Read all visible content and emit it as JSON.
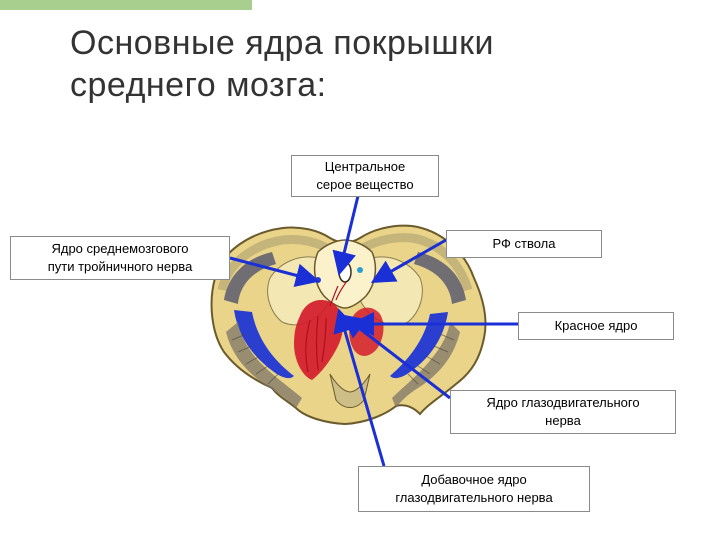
{
  "slide": {
    "title_line1": "Основные ядра покрышки",
    "title_line2": "среднего мозга:"
  },
  "labels": {
    "central_gray": {
      "line1": "Центральное",
      "line2": "серое вещество"
    },
    "trigeminal": {
      "line1": "Ядро среднемозгового",
      "line2": "пути тройничного нерва"
    },
    "rf": {
      "line1": "РФ ствола"
    },
    "red_nucleus": {
      "line1": "Красное ядро"
    },
    "oculomotor": {
      "line1": "Ядро глазодвигательного",
      "line2": "нерва"
    },
    "accessory": {
      "line1": "Добавочное ядро",
      "line2": "глазодвигательного нерва"
    }
  },
  "colors": {
    "accent_bar": "#a9cf8e",
    "arrow": "#1a2fd6",
    "title": "#333333"
  }
}
